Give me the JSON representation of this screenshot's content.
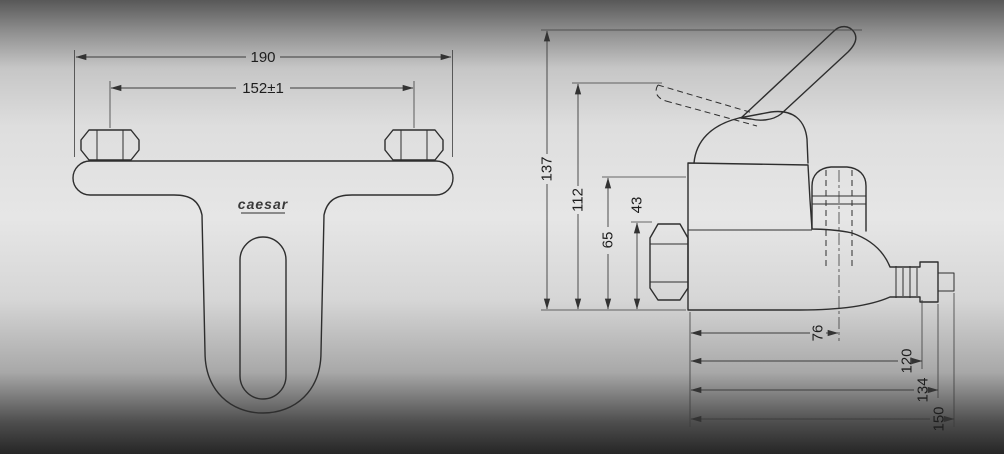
{
  "drawing": {
    "brand": "caesar",
    "front": {
      "width_total": "190",
      "hole_spacing": "152±1"
    },
    "side": {
      "height_total": "137",
      "height_handle_rest": "112",
      "height_body": "65",
      "height_nut": "43",
      "depth_knob": "76",
      "depth_thread": "120",
      "depth_cap": "134",
      "depth_total": "150"
    }
  }
}
